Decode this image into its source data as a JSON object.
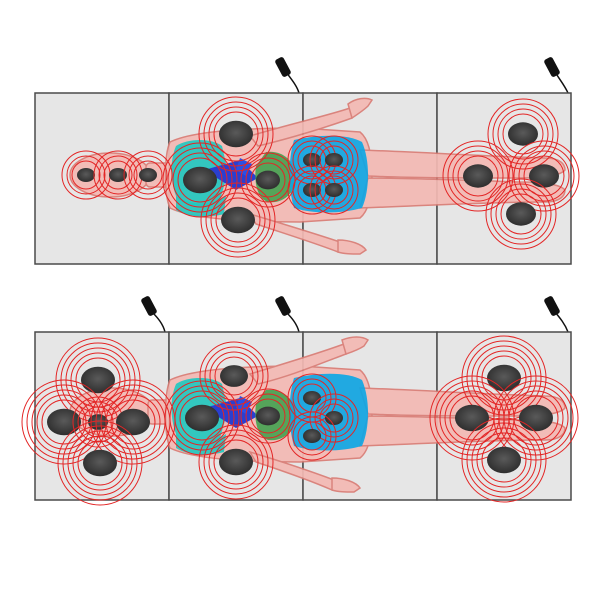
{
  "colors": {
    "background": "#ffffff",
    "pad_fill": "#e6e6e6",
    "pad_border": "#4a4a4a",
    "body_fill": "#f4b9b4",
    "body_stroke": "#d97c75",
    "lungs": "#1ec8c0",
    "heart": "#2a50e6",
    "liver": "#2a3fd0",
    "intestines": "#3aa04a",
    "kidneys": "#0aa6e6",
    "coil": "#444444",
    "ring": "#e32626",
    "cable": "#111111"
  },
  "diagrams": [
    {
      "id": "top",
      "panels": 4,
      "cables": 2,
      "coil_count": 14
    },
    {
      "id": "bottom",
      "panels": 4,
      "cables": 3,
      "coil_count": 18
    }
  ]
}
